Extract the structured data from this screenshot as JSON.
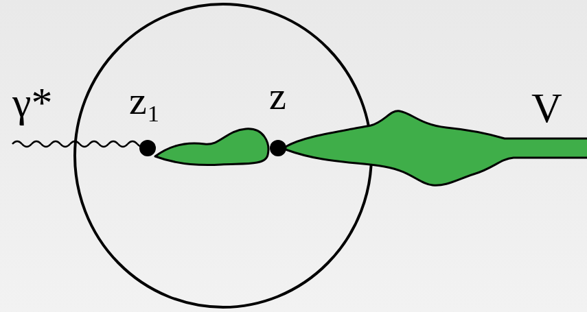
{
  "diagram": {
    "labels": [
      "γ*",
      "z₁",
      "z",
      "V"
    ]
  }
}
